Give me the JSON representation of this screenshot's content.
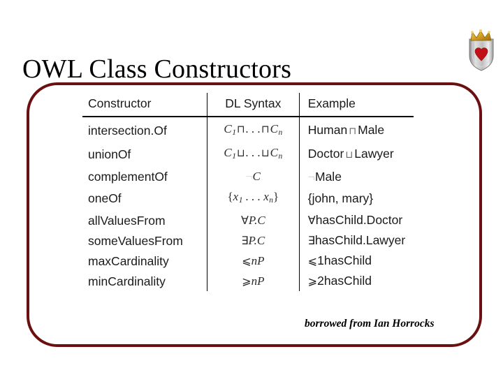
{
  "slide": {
    "title": "OWL Class Constructors",
    "attribution": "borrowed from Ian Horrocks",
    "border_color": "#6b1010",
    "background_color": "#ffffff"
  },
  "logo": {
    "name": "university-crest-shield",
    "shield_color": "#b8b8b8",
    "crown_color": "#d9a325",
    "heart_color": "#c21018"
  },
  "table": {
    "headers": [
      "Constructor",
      "DL Syntax",
      "Example"
    ],
    "rows": [
      {
        "constructor": "intersection.Of",
        "dl_syntax": "C1 ⊓ . . . ⊓ Cn",
        "example": "Human ⊓ Male"
      },
      {
        "constructor": "unionOf",
        "dl_syntax": "C1 ⊔ . . . ⊔ Cn",
        "example": "Doctor ⊔ Lawyer"
      },
      {
        "constructor": "complementOf",
        "dl_syntax": "¬C",
        "example": "¬Male"
      },
      {
        "constructor": "oneOf",
        "dl_syntax": "{x1 . . . xn}",
        "example": "{john, mary}"
      },
      {
        "constructor": "allValuesFrom",
        "dl_syntax": "∀P.C",
        "example": "∀hasChild.Doctor"
      },
      {
        "constructor": "someValuesFrom",
        "dl_syntax": "∃P.C",
        "example": "∃hasChild.Lawyer"
      },
      {
        "constructor": "maxCardinality",
        "dl_syntax": "⩽nP",
        "example": "⩽1hasChild"
      },
      {
        "constructor": "minCardinality",
        "dl_syntax": "⩾nP",
        "example": "⩾2hasChild"
      }
    ]
  }
}
